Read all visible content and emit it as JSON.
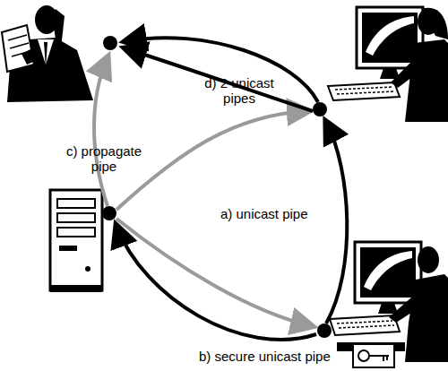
{
  "diagram": {
    "labels": [
      "d) 2 unicast pipes",
      "c) propagate pipe",
      "a) unicast pipe",
      "b) secure unicast pipe"
    ]
  }
}
